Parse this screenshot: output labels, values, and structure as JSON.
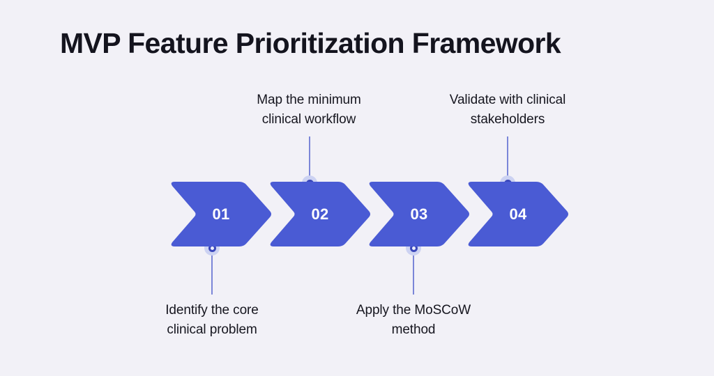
{
  "title": "MVP Feature Prioritization Framework",
  "theme": {
    "background": "#f2f1f7",
    "chevron_fill": "#4a5bd4",
    "number_color": "#ffffff",
    "title_color": "#14141e",
    "label_color": "#16161f",
    "connector_color": "#7b86d8",
    "marker_halo": "#ccd2f2",
    "marker_ring": "#3a47ba"
  },
  "chart_data": {
    "type": "process-flow",
    "title": "MVP Feature Prioritization Framework",
    "orientation": "horizontal",
    "step_count": 4,
    "steps": [
      {
        "number": "01",
        "label_line1": "Identify the core",
        "label_line2": "clinical problem",
        "label_position": "below"
      },
      {
        "number": "02",
        "label_line1": "Map the minimum",
        "label_line2": "clinical workflow",
        "label_position": "above"
      },
      {
        "number": "03",
        "label_line1": "Apply the MoSCoW",
        "label_line2": "method",
        "label_position": "below"
      },
      {
        "number": "04",
        "label_line1": "Validate with clinical",
        "label_line2": "stakeholders",
        "label_position": "above"
      }
    ]
  }
}
